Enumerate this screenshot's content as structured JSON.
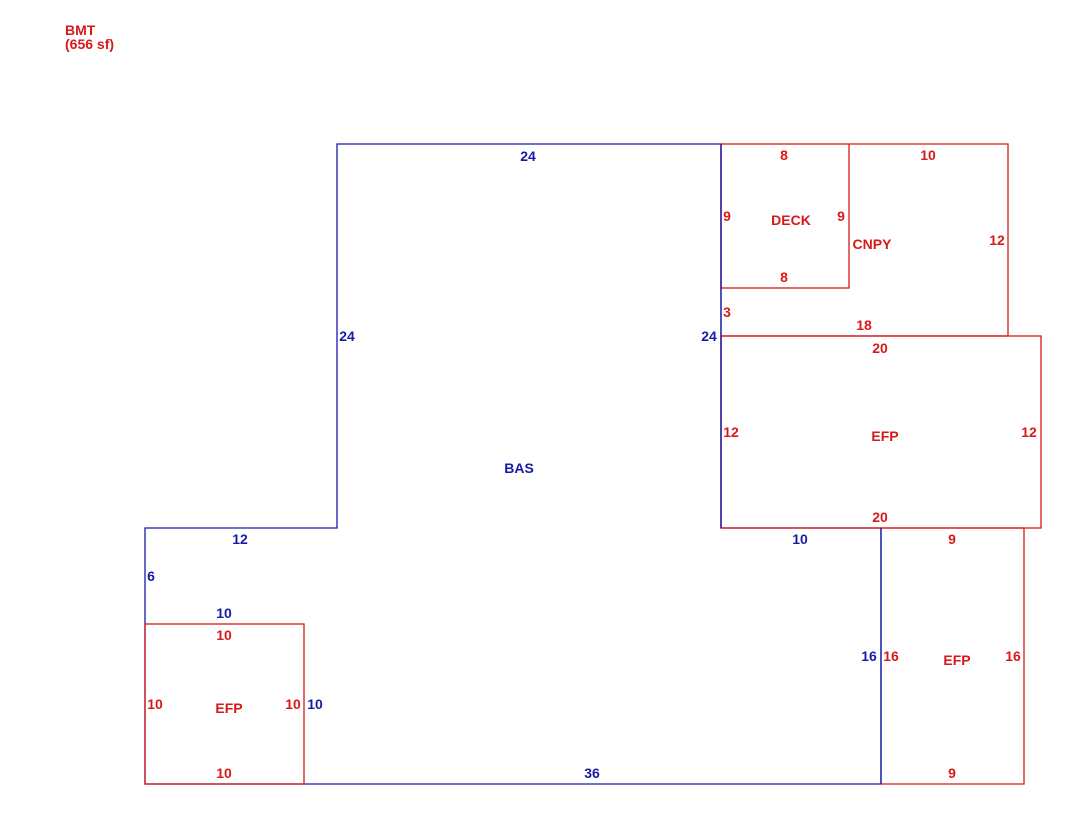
{
  "header": {
    "name": "BMT",
    "area": "(656 sf)"
  },
  "colors": {
    "bas": "#1a1aa6",
    "addon": "#d61a1a"
  },
  "areas": {
    "bas": "BAS",
    "deck": "DECK",
    "cnpy": "CNPY",
    "efp_right_top": "EFP",
    "efp_right_bottom": "EFP",
    "efp_left": "EFP"
  },
  "dims": {
    "bas_top": "24",
    "bas_inner_left": "24",
    "bas_right_upper": "24",
    "bas_step_top": "12",
    "bas_left": "6",
    "bas_above_efp": "10",
    "bas_right_of_efp": "10",
    "bas_bottom": "36",
    "bas_right_lower": "16",
    "bas_step_right": "10",
    "deck_top": "8",
    "deck_left": "9",
    "deck_right": "9",
    "deck_bottom": "8",
    "cnpy_top": "10",
    "cnpy_right": "12",
    "cnpy_gap": "3",
    "cnpy_bottom": "18",
    "efp1_top": "20",
    "efp1_left": "12",
    "efp1_right": "12",
    "efp1_bottom": "20",
    "efp2_top": "9",
    "efp2_left": "16",
    "efp2_right": "16",
    "efp2_bottom": "9",
    "efp3_top": "10",
    "efp3_left": "10",
    "efp3_right": "10",
    "efp3_bottom": "10"
  }
}
